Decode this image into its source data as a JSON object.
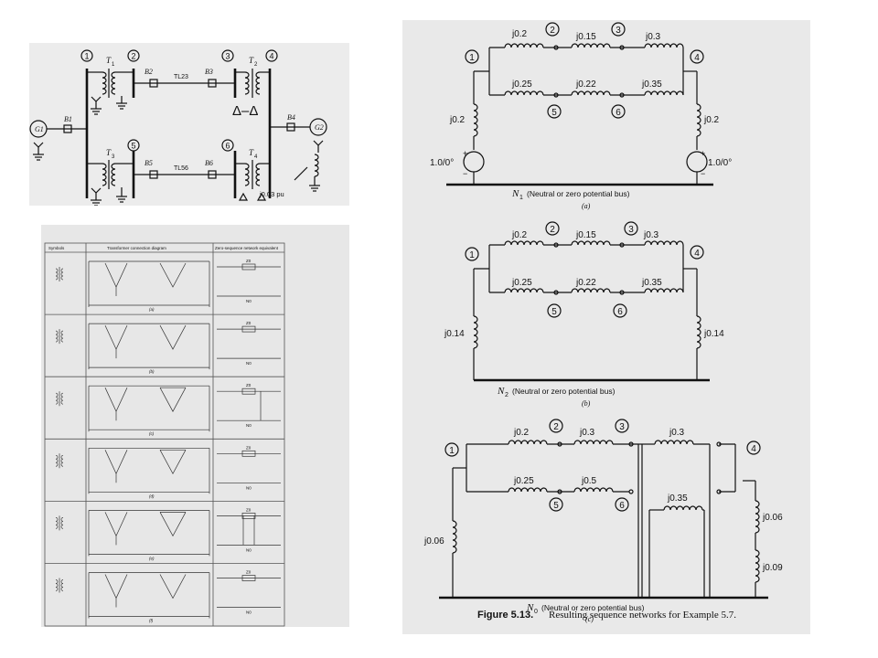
{
  "one_line": {
    "buses": [
      "1",
      "2",
      "3",
      "4",
      "5",
      "6"
    ],
    "breakers": [
      "B1",
      "B2",
      "B3",
      "B4",
      "B5",
      "B6"
    ],
    "transformers": [
      "T1",
      "T2",
      "T3",
      "T4"
    ],
    "lines": [
      "TL23",
      "TL56"
    ],
    "generators": [
      "G1",
      "G2"
    ],
    "delta_label": "Δ–Δ",
    "ground_reactance": "j0.03 pu"
  },
  "xfmr_table": {
    "headers": [
      "Symbols",
      "Transformer connection diagram",
      "Zero-sequence network equivalent"
    ],
    "rows": [
      {
        "caption": "(a)",
        "z0": "Z0",
        "n0": "N0"
      },
      {
        "caption": "(b)",
        "z0": "Z0",
        "n0": "N0"
      },
      {
        "caption": "(c)",
        "z0": "Z0",
        "n0": "N0"
      },
      {
        "caption": "(d)",
        "z0": "Z0",
        "n0": "N0"
      },
      {
        "caption": "(e)",
        "z0": "Z0",
        "n0": "N0"
      },
      {
        "caption": "(f)",
        "z0": "Z0",
        "n0": "N0"
      }
    ]
  },
  "sequence_networks": {
    "positive": {
      "top": [
        "j0.2",
        "j0.15",
        "j0.3"
      ],
      "middle": [
        "j0.25",
        "j0.22",
        "j0.35"
      ],
      "left_shunt": "j0.2",
      "right_shunt": "j0.2",
      "source_left": "1.0/0°",
      "source_right": "1.0/0°",
      "plus": "+",
      "minus": "−",
      "bus_label": "N",
      "bus_sub": "1",
      "bus_text": "(Neutral or zero potential bus)",
      "caption": "(a)",
      "nodes": [
        "1",
        "2",
        "3",
        "4",
        "5",
        "6"
      ]
    },
    "negative": {
      "top": [
        "j0.2",
        "j0.15",
        "j0.3"
      ],
      "middle": [
        "j0.25",
        "j0.22",
        "j0.35"
      ],
      "left_shunt": "j0.14",
      "right_shunt": "j0.14",
      "bus_label": "N",
      "bus_sub": "2",
      "bus_text": "(Neutral or zero potential bus)",
      "caption": "(b)",
      "nodes": [
        "1",
        "2",
        "3",
        "4",
        "5",
        "6"
      ]
    },
    "zero": {
      "top": [
        "j0.2",
        "j0.3",
        "j0.3"
      ],
      "middle": [
        "j0.25",
        "j0.5",
        "j0.35"
      ],
      "left_shunt": "j0.06",
      "right_shunt_1": "j0.06",
      "right_shunt_2": "j0.09",
      "bus_label": "N",
      "bus_sub": "0",
      "bus_text": "(Neutral or zero potential bus)",
      "caption": "(c)",
      "nodes": [
        "1",
        "2",
        "3",
        "4",
        "5",
        "6"
      ]
    },
    "figure_caption_bold": "Figure 5.13.",
    "figure_caption_text": "Resulting sequence networks for Example 5.7."
  }
}
